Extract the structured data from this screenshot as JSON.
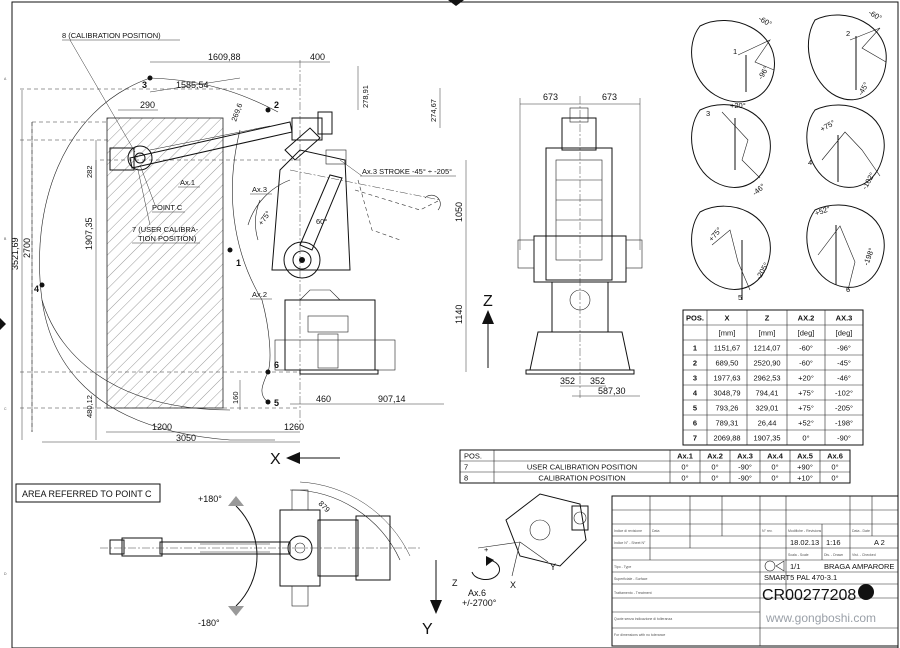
{
  "labels": {
    "calib_position": "8 (CALIBRATION POSITION)",
    "user_calib_1": "7 (USER CALIBRA-",
    "user_calib_2": "TION POSITION)",
    "point_c": "POINT C",
    "ax1": "Ax.1",
    "ax2": "Ax.2",
    "ax3": "Ax.3",
    "ax3_stroke": "Ax.3 STROKE -45° ÷ -205°",
    "ax6_name": "Ax.6",
    "ax6_range": "+/-2700°",
    "area_point_c": "AREA REFERRED TO POINT C",
    "plus180": "+180°",
    "minus180": "-180°",
    "x_axis": "X",
    "y_axis": "Y",
    "z_axis": "Z",
    "z_small": "Z",
    "x_small": "X",
    "y_small": "Y"
  },
  "points": [
    "1",
    "2",
    "3",
    "4",
    "5",
    "6"
  ],
  "dimensions": {
    "d1609": "1609,88",
    "d400": "400",
    "d1585": "1585,54",
    "d290": "290",
    "d269": "269,6",
    "d27891": "278,91",
    "d27467": "274,67",
    "d282": "282",
    "d1907": "1907,35",
    "d3521": "3521,69",
    "d2700": "2700",
    "d48012": "480,12",
    "d160": "160",
    "d460": "460",
    "d90714": "907,14",
    "d1200": "1200",
    "d1260": "1260",
    "d3050": "3050",
    "d1050": "1050",
    "d1140": "1140",
    "d60": "60°",
    "d75": "+75°",
    "d673a": "673",
    "d673b": "673",
    "d352a": "352",
    "d352b": "352",
    "d587": "587,30",
    "d879": "879"
  },
  "angle_views": [
    {
      "a": "-60°",
      "b": "-96°"
    },
    {
      "a": "-60°",
      "b": "-45°"
    },
    {
      "a": "+20°",
      "b": "-46°"
    },
    {
      "a": "+75°",
      "b": "-102°"
    },
    {
      "a": "+75°",
      "b": "-205°"
    },
    {
      "a": "+52°",
      "b": "-198°"
    }
  ],
  "pos_table": {
    "headers": [
      "POS.",
      "X",
      "Z",
      "AX.2",
      "AX.3"
    ],
    "units": [
      "",
      "[mm]",
      "[mm]",
      "[deg]",
      "[deg]"
    ],
    "rows": [
      [
        "1",
        "1151,67",
        "1214,07",
        "-60°",
        "-96°"
      ],
      [
        "2",
        "689,50",
        "2520,90",
        "-60°",
        "-45°"
      ],
      [
        "3",
        "1977,63",
        "2962,53",
        "+20°",
        "-46°"
      ],
      [
        "4",
        "3048,79",
        "794,41",
        "+75°",
        "-102°"
      ],
      [
        "5",
        "793,26",
        "329,01",
        "+75°",
        "-205°"
      ],
      [
        "6",
        "789,31",
        "26,44",
        "+52°",
        "-198°"
      ],
      [
        "7",
        "2069,88",
        "1907,35",
        "0°",
        "-90°"
      ]
    ]
  },
  "calib_table": {
    "headers": [
      "POS.",
      "",
      "Ax.1",
      "Ax.2",
      "Ax.3",
      "Ax.4",
      "Ax.5",
      "Ax.6"
    ],
    "rows": [
      [
        "7",
        "USER CALIBRATION POSITION",
        "0°",
        "0°",
        "-90°",
        "0°",
        "+90°",
        "0°"
      ],
      [
        "8",
        "CALIBRATION POSITION",
        "0°",
        "0°",
        "-90°",
        "0°",
        "+10°",
        "0°"
      ]
    ]
  },
  "title_block": {
    "date": "18.02.13",
    "scale": "1:16",
    "format": "A 2",
    "sheet": "1/1",
    "city": "BRAGA",
    "owner": "AMPARORE",
    "drawing_title": "SMART5 PAL 470-3.1",
    "code": "CR00277208",
    "watermark": "www.gongboshi.com"
  }
}
